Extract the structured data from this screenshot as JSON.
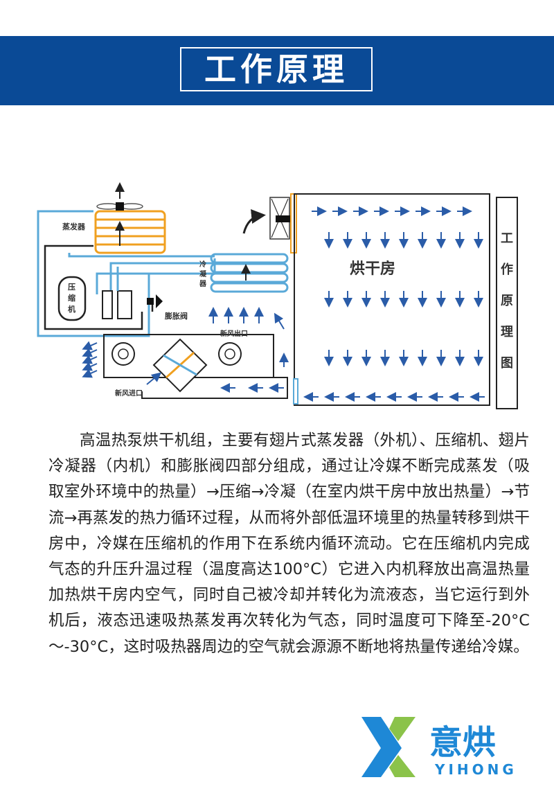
{
  "header": {
    "title": "工作原理"
  },
  "diagram": {
    "labels": {
      "evaporator": "蒸发器",
      "compressor": [
        "压",
        "缩",
        "机"
      ],
      "condenser": [
        "冷",
        "凝",
        "器"
      ],
      "expansion_valve": "膨胀阀",
      "dryer_room": "烘干房",
      "fresh_air_outlet": "新风出口",
      "fresh_air_inlet": "新风进口"
    },
    "side_label": [
      "工",
      "作",
      "原",
      "理",
      "图"
    ]
  },
  "description": "高温热泵烘干机组，主要有翅片式蒸发器（外机）、压缩机、翅片冷凝器（内机）和膨胀阀四部分组成，通过让冷媒不断完成蒸发（吸取室外环境中的热量）→压缩→冷凝（在室内烘干房中放出热量）→节流→再蒸发的热力循环过程，从而将外部低温环境里的热量转移到烘干房中，冷媒在压缩机的作用下在系统内循环流动。它在压缩机内完成气态的升压升温过程（温度高达100°C）它进入内机释放出高温热量加热烘干房内空气，同时自己被冷却并转化为流液态，当它运行到外机后，液态迅速吸热蒸发再次转化为气态，同时温度可下降至-20°C～-30°C，这时吸热器周边的空气就会源源不断地将热量传递给冷媒。",
  "logo": {
    "chinese": "意烘",
    "pinyin": "YIHONG",
    "colors": {
      "blue": "#1e88d6",
      "green": "#8bc34a"
    }
  },
  "colors": {
    "banner": "#0a4a96",
    "pipe_blue": "#5aa9d8",
    "coil_orange": "#f0a020",
    "arrow_blue": "#2a5ca8"
  }
}
